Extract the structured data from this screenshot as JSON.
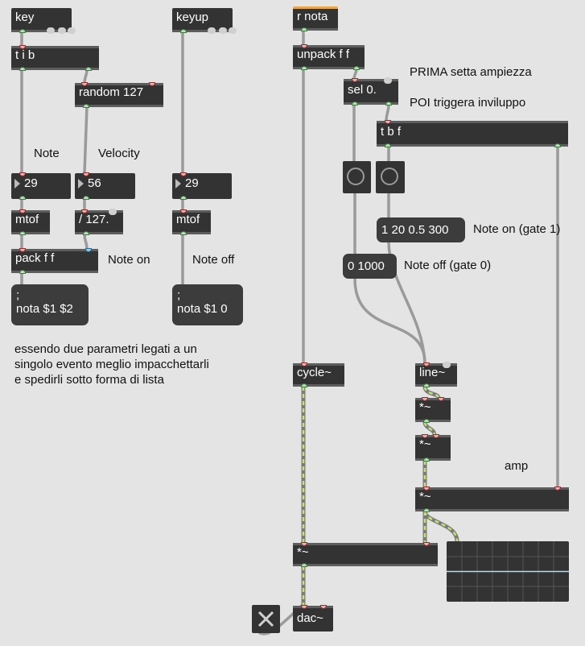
{
  "objects": {
    "key": "key",
    "tib": "t i b",
    "random": "random 127",
    "keyup": "keyup",
    "num_note": "29",
    "num_vel": "56",
    "num_off": "29",
    "mtof1": "mtof",
    "div127": "/ 127.",
    "mtof2": "mtof",
    "pack": "pack f f",
    "rnota": "r nota",
    "unpack": "unpack f f",
    "sel": "sel 0.",
    "tbf": "t b f",
    "cycle": "cycle~",
    "line": "line~",
    "mult1": "*~",
    "mult2": "*~",
    "mult_amp": "*~",
    "mult_out": "*~",
    "dac": "dac~"
  },
  "messages": {
    "nota_on": ";\nnota $1 $2",
    "nota_off": ";\nnota $1 0",
    "env_on": "1 20 0.5 300",
    "env_off": "0 1000"
  },
  "comments": {
    "note": "Note",
    "velocity": "Velocity",
    "note_on": "Note on",
    "note_off": "Note off",
    "prima": "PRIMA setta ampiezza",
    "poi": "POI triggera inviluppo",
    "gate1": "Note on (gate 1)",
    "gate0": "Note off (gate 0)",
    "amp": "amp",
    "desc1": "essendo due parametri legati a un",
    "desc2": "singolo evento meglio impacchettarli",
    "desc3": "e spedirli sotto forma di lista"
  },
  "colors": {
    "object_bg": "#333333",
    "canvas_bg": "#e4e4e4",
    "signal_patchcord": "#bfe56a",
    "receive_accent": "#e8a84a",
    "scope_trace": "#a8e0f0"
  }
}
